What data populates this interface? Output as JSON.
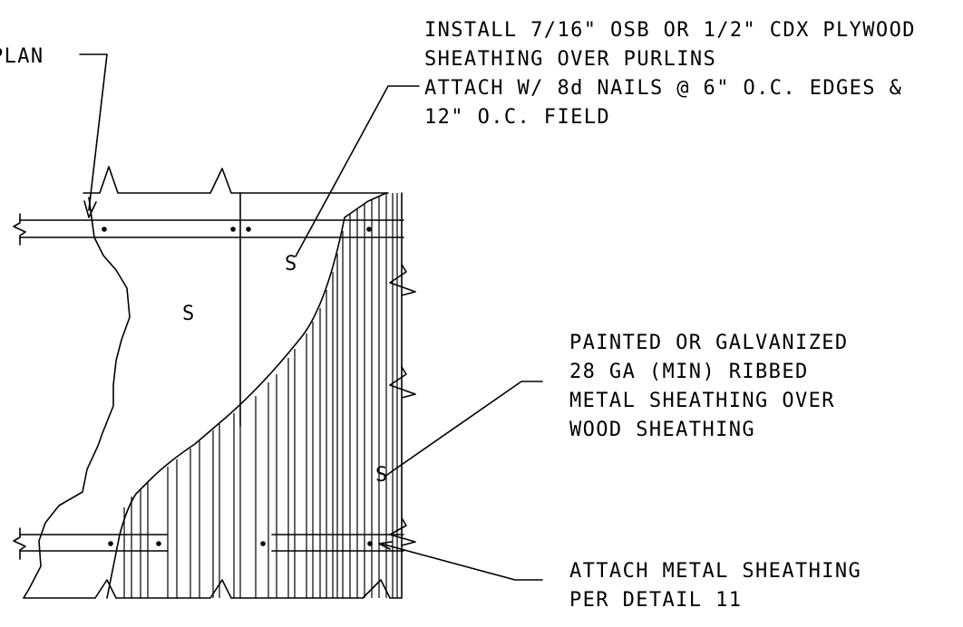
{
  "notes": {
    "plan_ref": "PLAN",
    "osb": [
      "INSTALL 7/16\" OSB OR 1/2\" CDX PLYWOOD",
      "SHEATHING OVER PURLINS",
      "ATTACH W/ 8d NAILS @ 6\" O.C. EDGES &",
      "12\" O.C. FIELD"
    ],
    "metal": [
      "PAINTED OR GALVANIZED",
      "28 GA (MIN) RIBBED",
      "METAL SHEATHING OVER",
      "WOOD SHEATHING"
    ],
    "attach": [
      "ATTACH METAL SHEATHING",
      "PER DETAIL 11"
    ]
  },
  "marks": {
    "sheathing_symbol": "S"
  },
  "colors": {
    "ink": "#000000",
    "paper": "#ffffff"
  }
}
